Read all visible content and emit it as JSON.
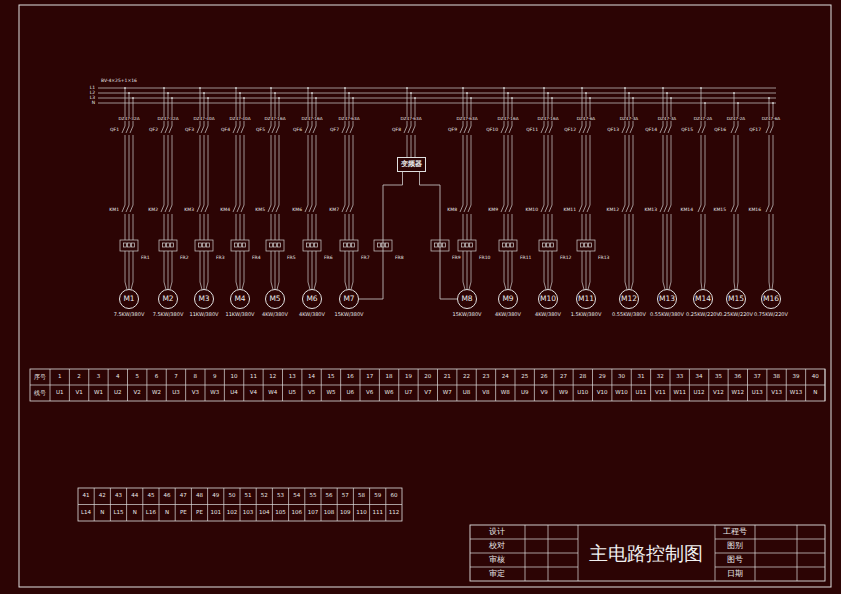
{
  "diagram": {
    "title": "主电路控制图",
    "nodes": [
      {
        "text": [
          "M1",
          "7.5KW/380V"
        ]
      },
      {
        "text": [
          "M2",
          "7.5KW/380V"
        ]
      },
      {
        "text": [
          "M3",
          "11KW/380V"
        ]
      },
      {
        "text": [
          "M4",
          "11KW/380V"
        ]
      },
      {
        "text": [
          "M5",
          "4KW/380V"
        ]
      },
      {
        "text": [
          "M6",
          "4KW/380V"
        ]
      },
      {
        "text": [
          "M7",
          "15KW/380V"
        ]
      },
      {
        "text": [
          "M8",
          "15KW/380V"
        ]
      },
      {
        "text": [
          "M9",
          "4KW/380V"
        ]
      },
      {
        "text": [
          "M10",
          "4KW/380V"
        ]
      },
      {
        "text": [
          "M11",
          "1.5KW/380V"
        ]
      },
      {
        "text": [
          "M12",
          "0.55KW/380V"
        ]
      },
      {
        "text": [
          "M13",
          "0.55KW/380V"
        ]
      },
      {
        "text": [
          "M14",
          "0.25KW/220V"
        ]
      },
      {
        "text": [
          "M15",
          "0.25KW/220V"
        ]
      },
      {
        "text": [
          "M16",
          "0.75KW/220V"
        ]
      },
      {
        "text": [
          "变频器"
        ]
      }
    ],
    "edges": [
      {
        "from": 16,
        "to": 6,
        "arrow": "none"
      },
      {
        "from": 16,
        "to": 7,
        "arrow": "none"
      }
    ],
    "labels": [
      "L1",
      "L2",
      "L3",
      "N",
      "BV-4×25+1×16",
      "QF1",
      "QF2",
      "QF3",
      "QF4",
      "QF5",
      "QF6",
      "QF7",
      "QF8",
      "QF9",
      "QF10",
      "QF11",
      "QF12",
      "QF13",
      "QF14",
      "QF15",
      "QF16",
      "QF17",
      "DZ47-32A",
      "DZ47-32A",
      "DZ47-40A",
      "DZ47-40A",
      "DZ47-16A",
      "DZ47-16A",
      "DZ47-63A",
      "DZ47-63A",
      "DZ47-63A",
      "DZ47-16A",
      "DZ47-16A",
      "DZ47-6A",
      "DZ47-3A",
      "DZ47-3A",
      "DZ47-2A",
      "DZ47-2A",
      "DZ47-6A",
      "KM1",
      "KM2",
      "KM3",
      "KM4",
      "KM5",
      "KM6",
      "KM7",
      "KM8",
      "KM9",
      "KM10",
      "KM11",
      "KM12",
      "KM13",
      "KM14",
      "KM15",
      "KM16",
      "FR1",
      "FR2",
      "FR3",
      "FR4",
      "FR5",
      "FR6",
      "FR7",
      "FR8",
      "FR9",
      "FR10",
      "FR11",
      "FR12",
      "FR13",
      "序号",
      "线号",
      "1",
      "2",
      "3",
      "4",
      "5",
      "6",
      "7",
      "8",
      "9",
      "10",
      "11",
      "12",
      "13",
      "14",
      "15",
      "16",
      "17",
      "18",
      "19",
      "20",
      "21",
      "22",
      "23",
      "24",
      "25",
      "26",
      "27",
      "28",
      "29",
      "30",
      "31",
      "32",
      "33",
      "34",
      "35",
      "36",
      "37",
      "38",
      "39",
      "40",
      "U1",
      "V1",
      "W1",
      "U2",
      "V2",
      "W2",
      "U3",
      "V3",
      "W3",
      "U4",
      "V4",
      "W4",
      "U5",
      "V5",
      "W5",
      "U6",
      "V6",
      "W6",
      "U7",
      "V7",
      "W7",
      "U8",
      "V8",
      "W8",
      "U9",
      "V9",
      "W9",
      "U10",
      "V10",
      "W10",
      "U11",
      "V11",
      "W11",
      "U12",
      "V12",
      "W12",
      "U13",
      "V13",
      "W13",
      "N",
      "41",
      "42",
      "43",
      "44",
      "45",
      "46",
      "47",
      "48",
      "49",
      "50",
      "51",
      "52",
      "53",
      "54",
      "55",
      "56",
      "57",
      "58",
      "59",
      "60",
      "L14",
      "N",
      "L15",
      "N",
      "L16",
      "N",
      "PE",
      "PE",
      "101",
      "102",
      "103",
      "104",
      "105",
      "106",
      "107",
      "108",
      "109",
      "110",
      "111",
      "112",
      "设计",
      "校对",
      "审核",
      "审定",
      "工程号",
      "图别",
      "图号",
      "日期"
    ]
  }
}
